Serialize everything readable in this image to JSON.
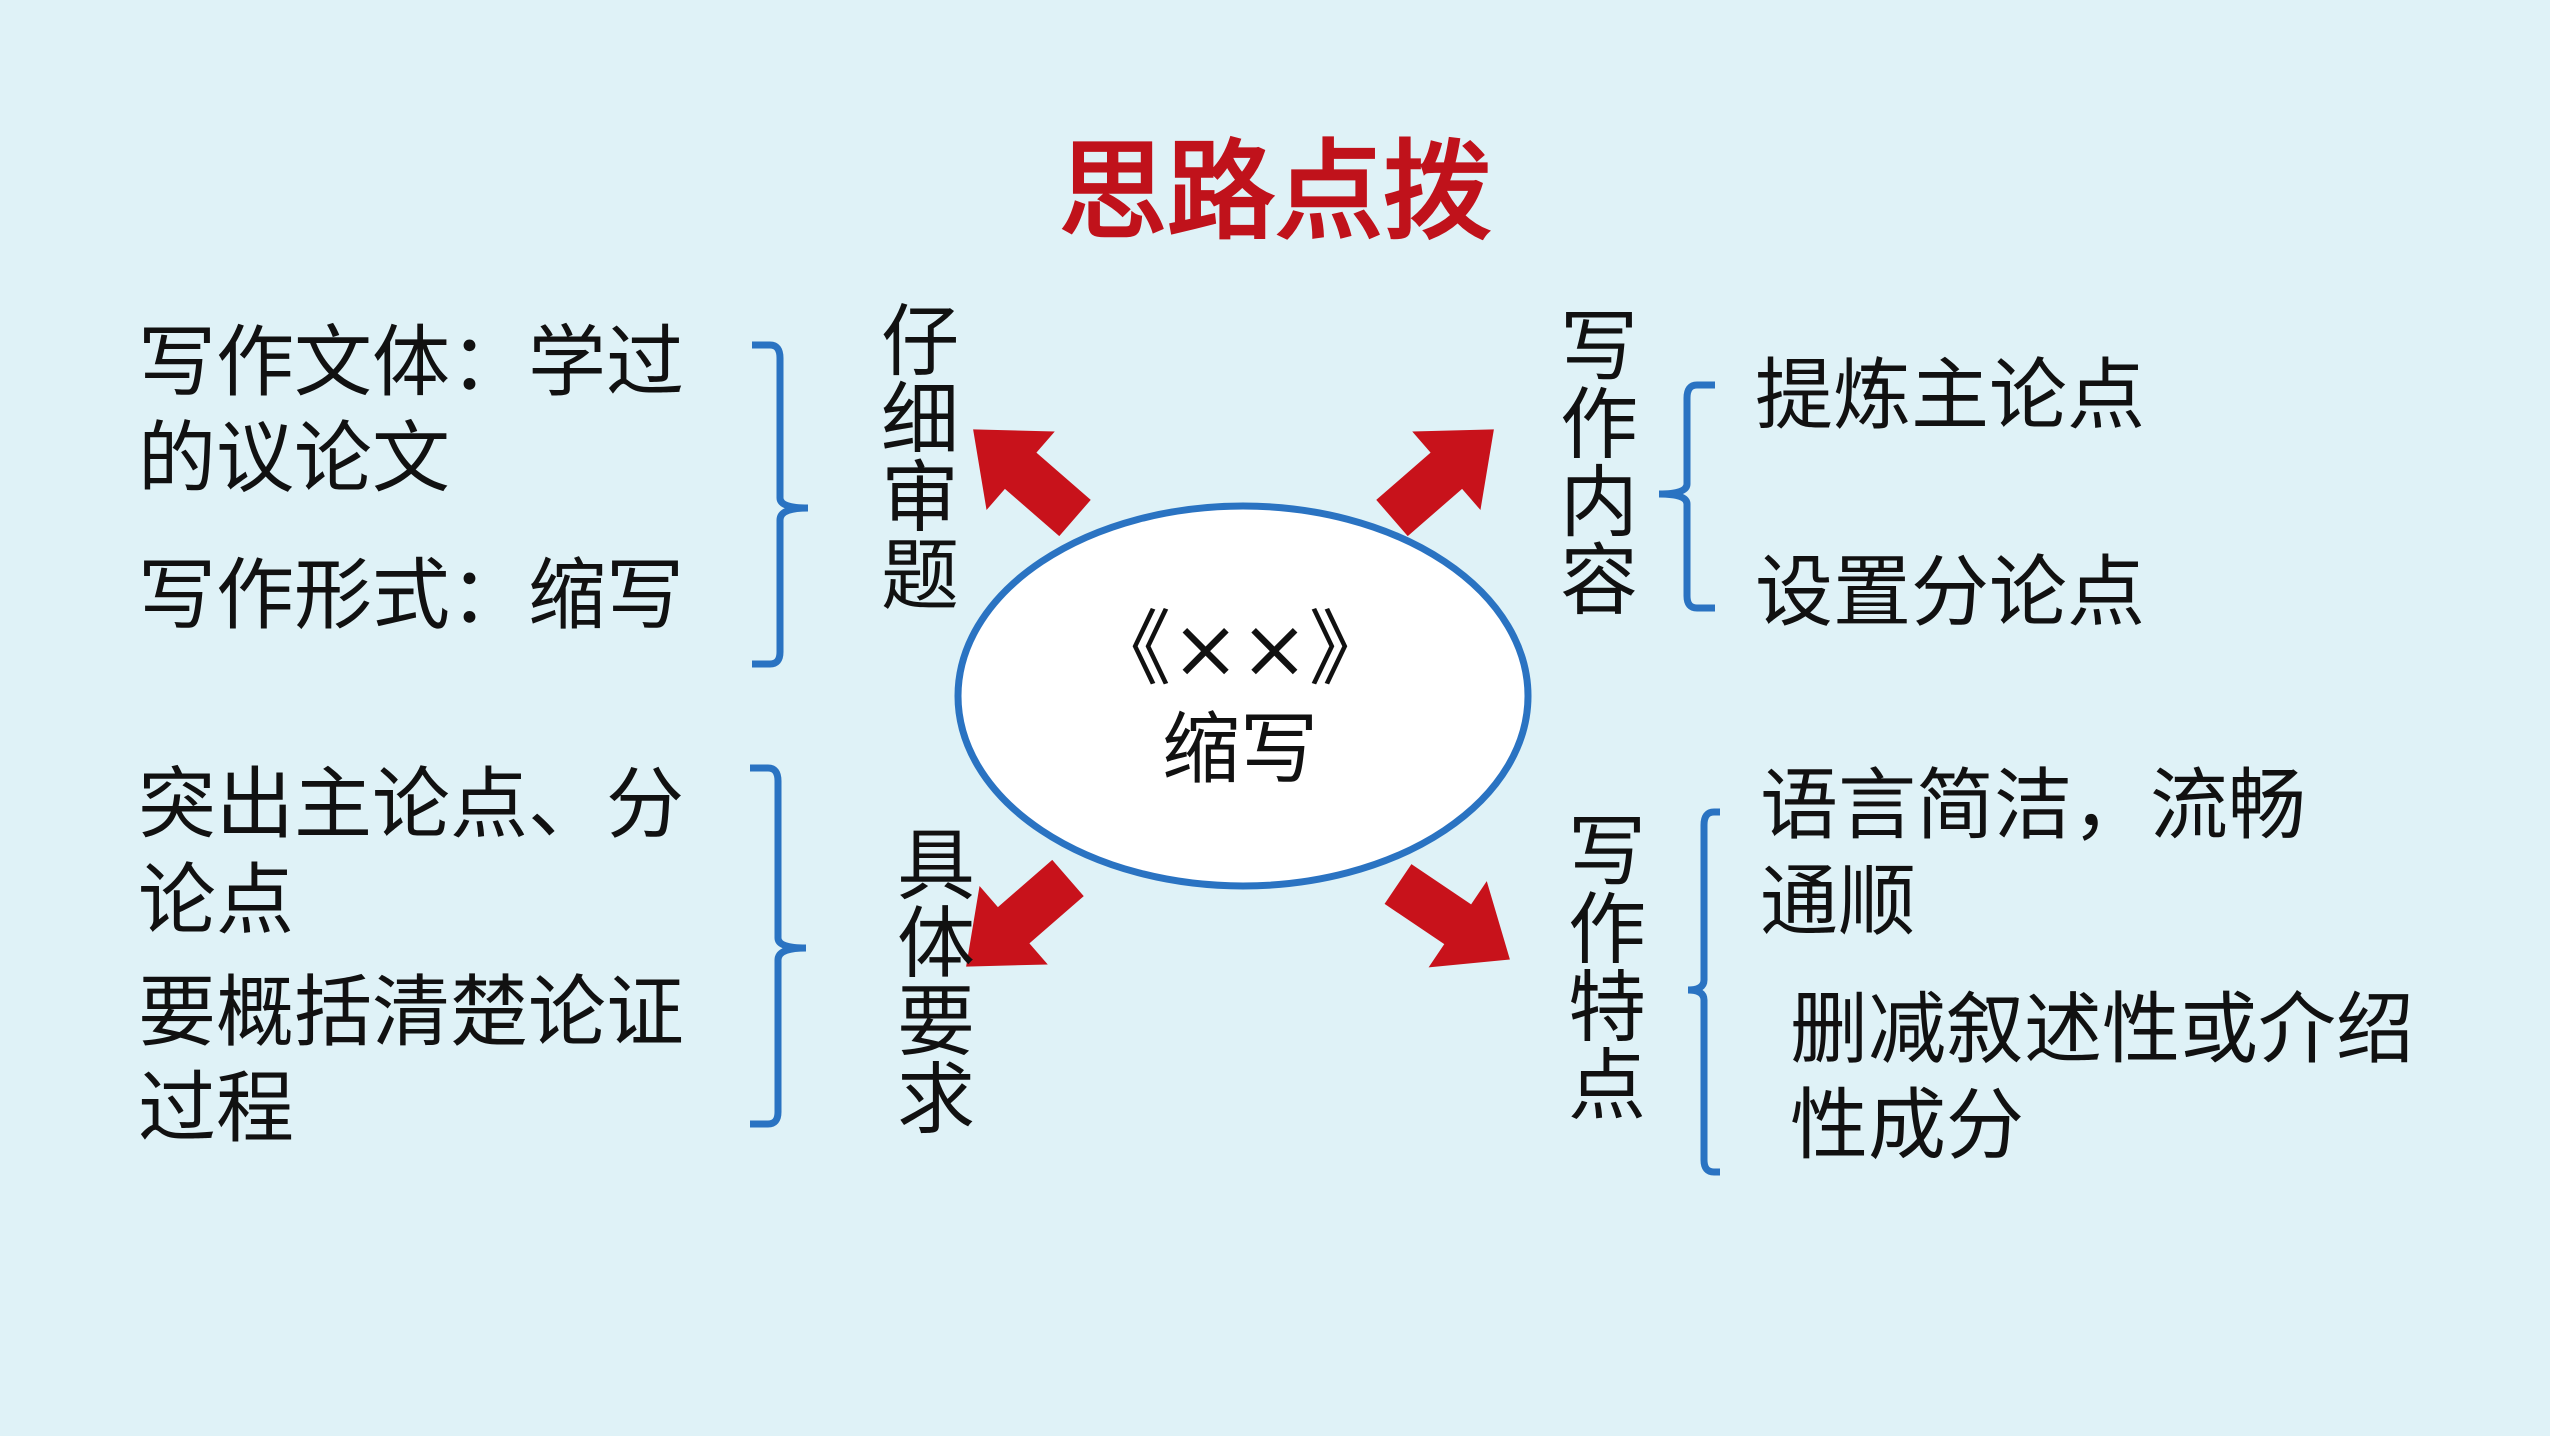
{
  "title": "思路点拨",
  "colors": {
    "background": "#dff2f7",
    "title": "#c0121b",
    "arrow": "#c8121b",
    "bracket": "#2a73c2",
    "ellipse_stroke": "#2a73c2",
    "ellipse_fill": "#ffffff"
  },
  "center": {
    "line1": "《××》",
    "line2": "缩写"
  },
  "branches": {
    "top_left": {
      "label": "仔细审题",
      "items": [
        "写作文体：学过的议论文",
        "写作形式：缩写"
      ]
    },
    "bottom_left": {
      "label": "具体要求",
      "items": [
        "突出主论点、分论点",
        "要概括清楚论证过程"
      ]
    },
    "top_right": {
      "label": "写作内容",
      "items": [
        "提炼主论点",
        "设置分论点"
      ]
    },
    "bottom_right": {
      "label": "写作特点",
      "items": [
        "语言简洁，流畅通顺",
        "删减叙述性或介绍性成分"
      ]
    }
  }
}
